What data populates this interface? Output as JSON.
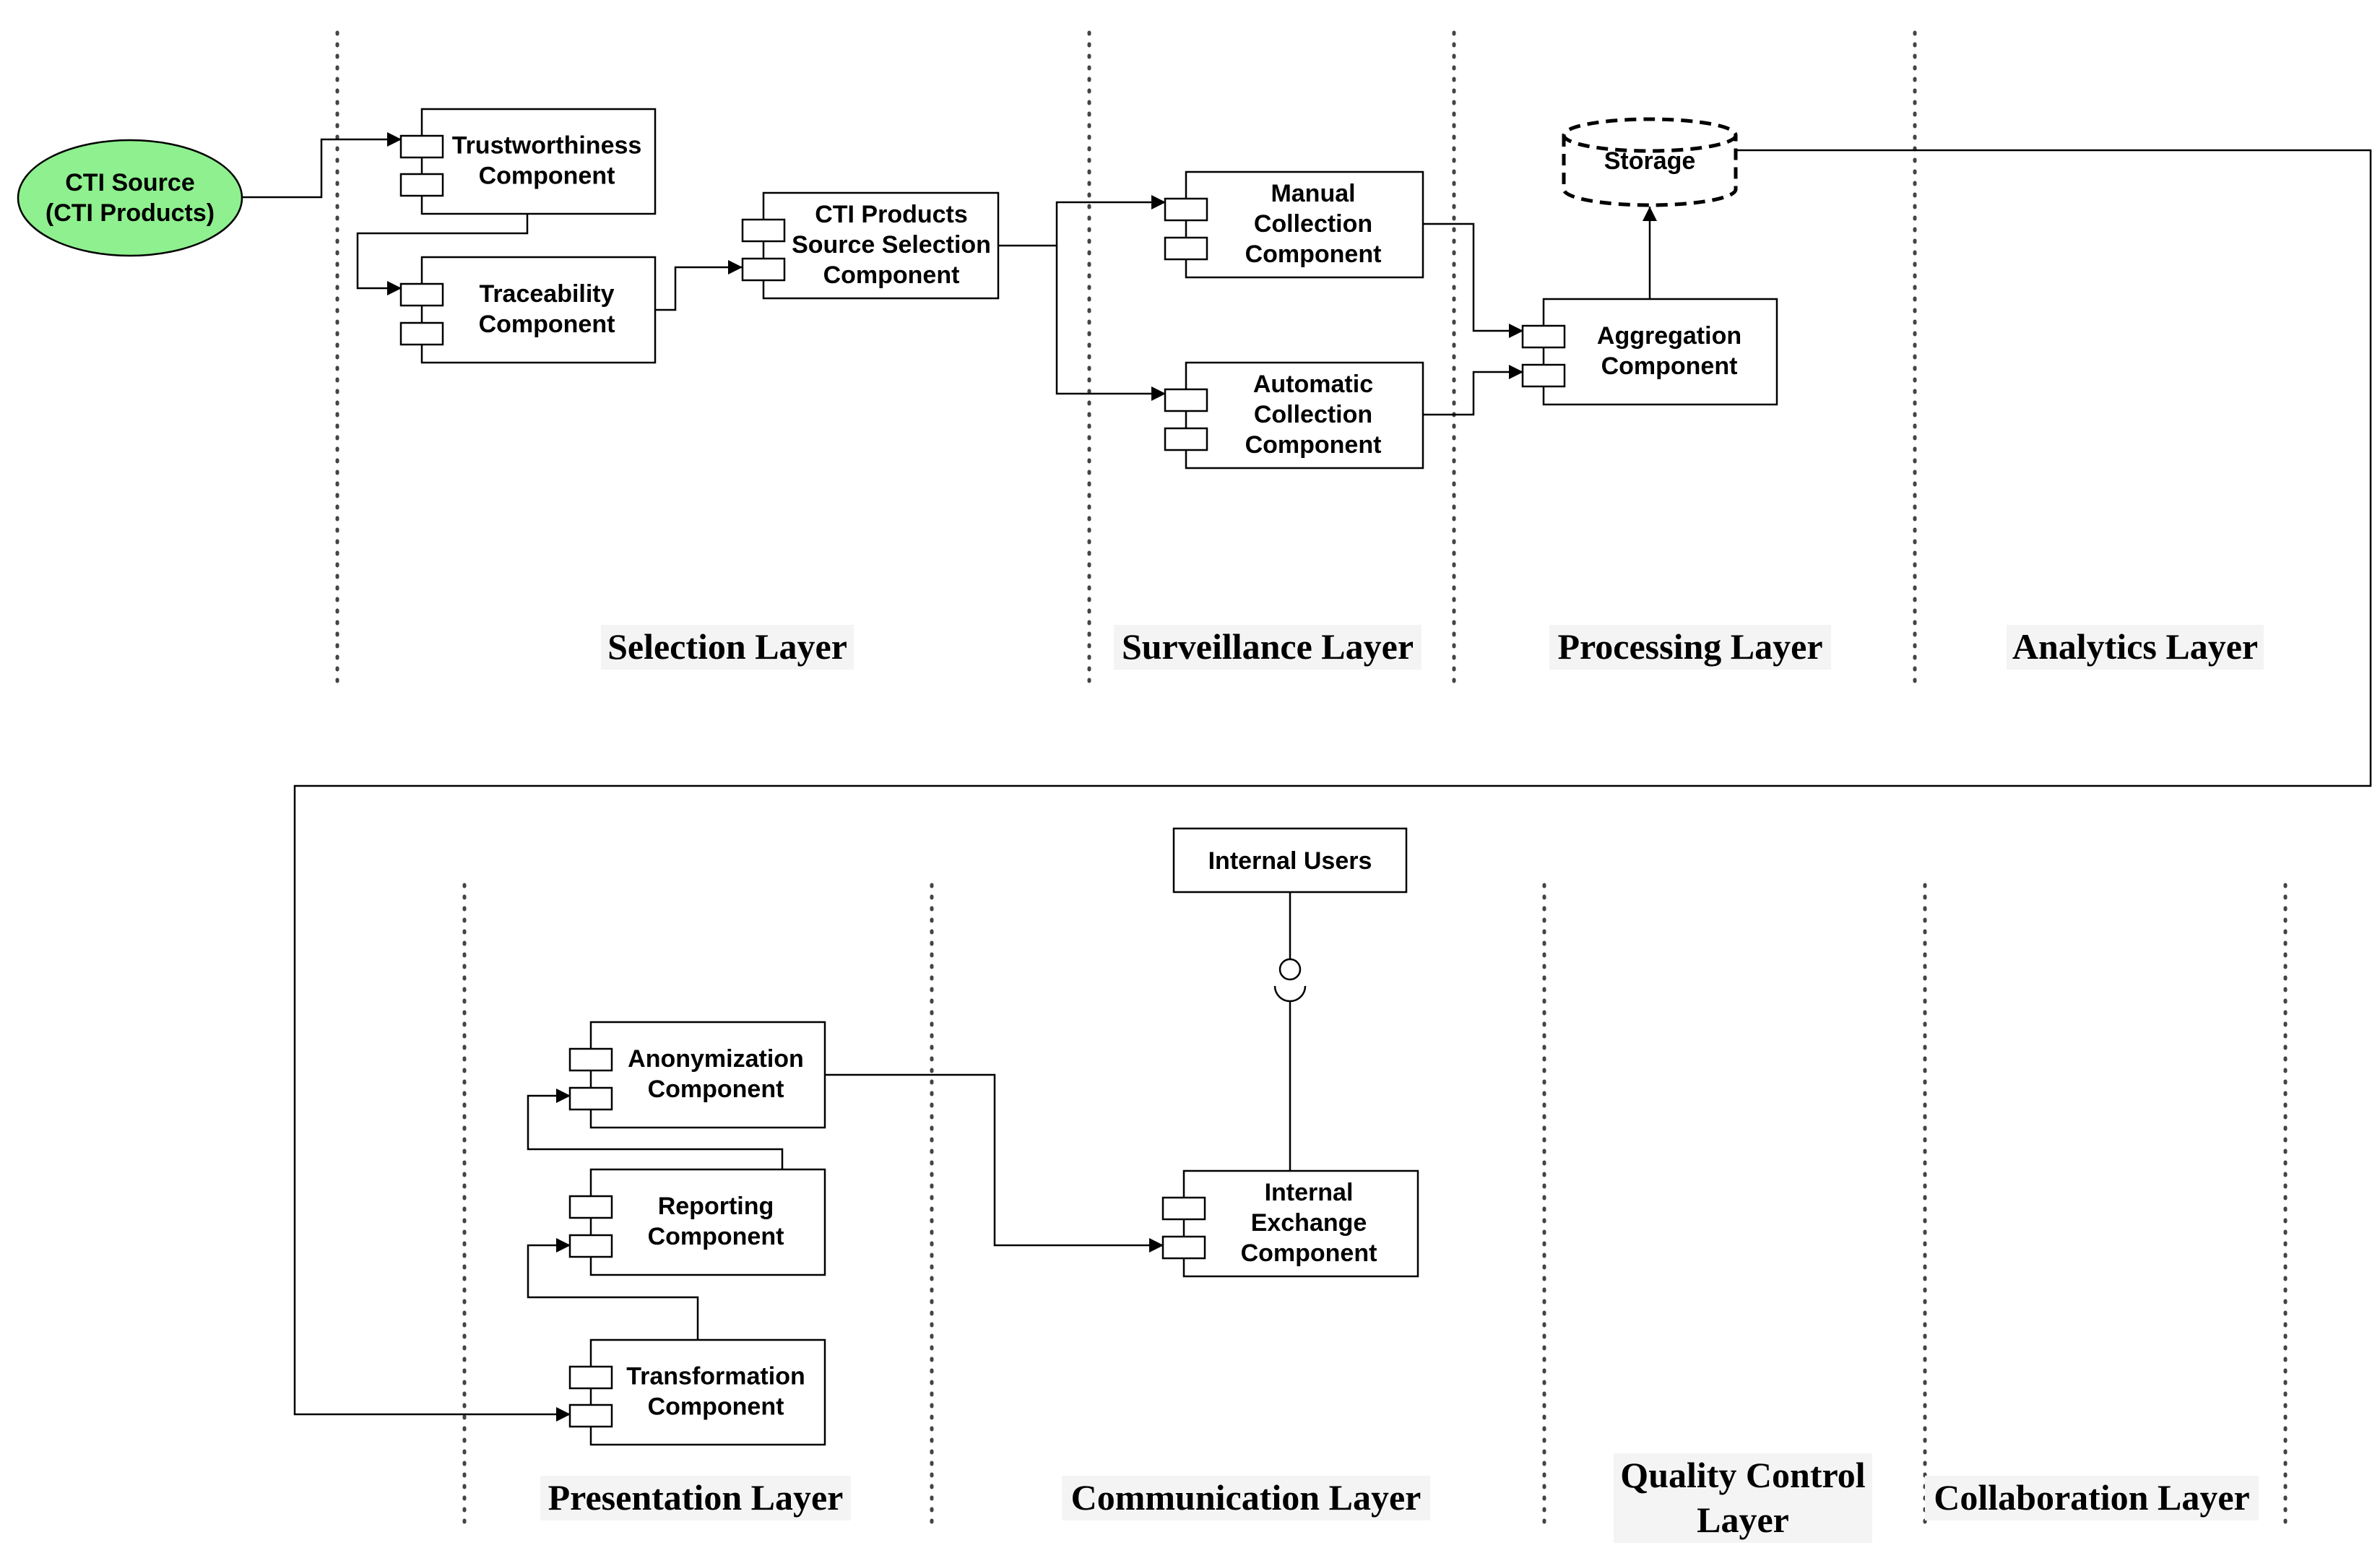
{
  "source": {
    "line1": "CTI Source",
    "line2": "(CTI Products)",
    "fill_color": "#8ef08e"
  },
  "components": {
    "trustworthiness": {
      "lines": [
        "Trustworthiness",
        "Component"
      ]
    },
    "traceability": {
      "lines": [
        "Traceability",
        "Component"
      ]
    },
    "source_selection": {
      "lines": [
        "CTI Products",
        "Source Selection",
        "Component"
      ]
    },
    "manual_collection": {
      "lines": [
        "Manual",
        "Collection",
        "Component"
      ]
    },
    "automatic_collection": {
      "lines": [
        "Automatic",
        "Collection",
        "Component"
      ]
    },
    "storage": {
      "lines": [
        "Storage"
      ]
    },
    "aggregation": {
      "lines": [
        "Aggregation",
        "Component"
      ]
    },
    "internal_users": {
      "lines": [
        "Internal Users"
      ]
    },
    "anonymization": {
      "lines": [
        "Anonymization",
        "Component"
      ]
    },
    "reporting": {
      "lines": [
        "Reporting",
        "Component"
      ]
    },
    "transformation": {
      "lines": [
        "Transformation",
        "Component"
      ]
    },
    "internal_exchange": {
      "lines": [
        "Internal",
        "Exchange",
        "Component"
      ]
    }
  },
  "layers": {
    "selection": {
      "lines": [
        "Selection Layer"
      ]
    },
    "surveillance": {
      "lines": [
        "Surveillance Layer"
      ]
    },
    "processing": {
      "lines": [
        "Processing Layer"
      ]
    },
    "analytics": {
      "lines": [
        "Analytics Layer"
      ]
    },
    "presentation": {
      "lines": [
        "Presentation Layer"
      ]
    },
    "communication": {
      "lines": [
        "Communication Layer"
      ]
    },
    "quality_control": {
      "lines": [
        "Quality Control",
        "Layer"
      ]
    },
    "collaboration": {
      "lines": [
        "Collaboration Layer"
      ]
    }
  }
}
